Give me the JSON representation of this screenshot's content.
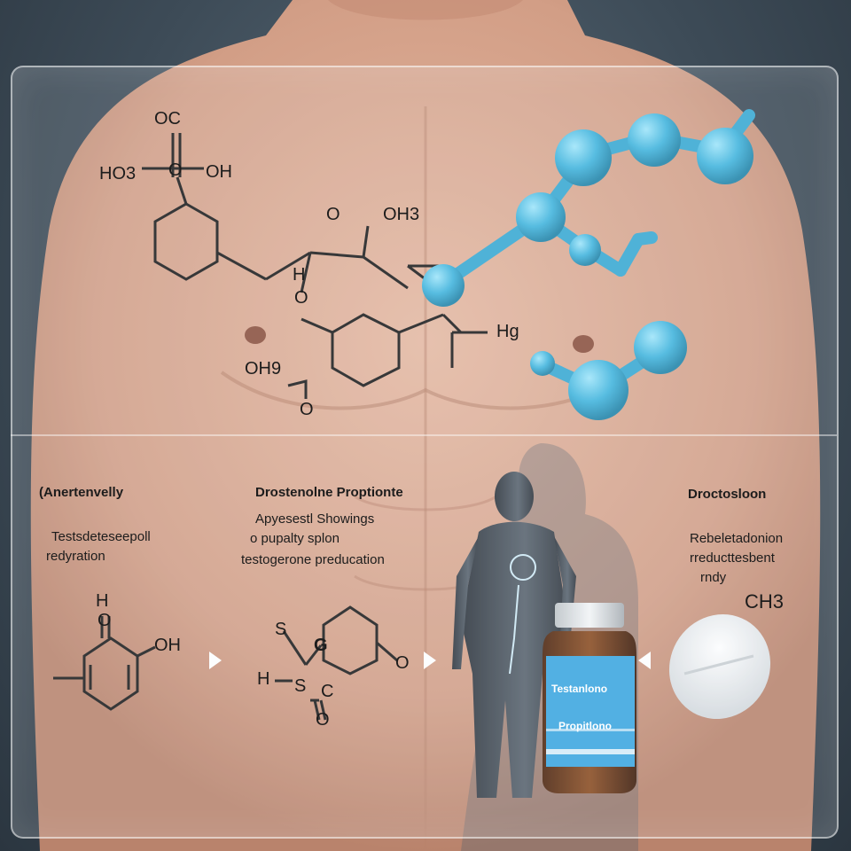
{
  "colors": {
    "background": "#3d4b57",
    "skin": "#d9a890",
    "molecule_blue": "#3fb4dd",
    "bottle_label": "#3aa6e0",
    "bottle_glass": "#7a3b12",
    "line": "#1a1a1a"
  },
  "top_structure": {
    "label_oc": "OC",
    "label_ho3": "HO3",
    "label_o": "O",
    "label_oh": "OH",
    "label_o2": "O",
    "label_oh3": "OH3",
    "label_h": "H",
    "label_o3": "O",
    "label_hg": "Hg",
    "label_oh9": "OH9",
    "label_o4": "O"
  },
  "columns": [
    {
      "heading": "(Anertenvelly",
      "lines": [
        "Testsdeteseepoll",
        "redyration"
      ]
    },
    {
      "heading": "Drostenolne Proptionte",
      "lines": [
        "Apyesestl Showings",
        "o pupalty splon",
        "testogerone preducation"
      ]
    },
    {
      "heading": "Droctosloon",
      "lines": [
        "Rebeletadonion",
        "rreducttesbent",
        "rndy"
      ]
    }
  ],
  "left_structure": {
    "label_h": "H",
    "label_o": "O",
    "label_oh": "OH"
  },
  "middle_structure": {
    "label_s": "S",
    "label_g": "G",
    "label_o": "O",
    "label_h": "H",
    "label_s2": "S",
    "label_c": "C",
    "label_o2": "O"
  },
  "ch3_label": "CH3",
  "bottle": {
    "line1": "Testanlono",
    "line2": "Propitlono"
  }
}
